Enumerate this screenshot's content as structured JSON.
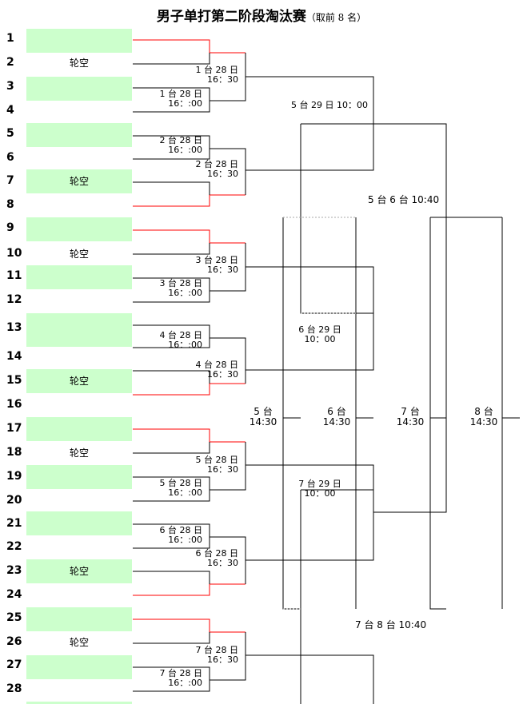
{
  "title": "男子单打第二阶段淘汰赛",
  "subtitle": "（取前 8 名）",
  "bye_label": "轮空",
  "seeds": [
    "1",
    "2",
    "3",
    "4",
    "5",
    "6",
    "7",
    "8",
    "9",
    "10",
    "11",
    "12",
    "13",
    "14",
    "15",
    "16",
    "17",
    "18",
    "19",
    "20",
    "21",
    "22",
    "23",
    "24",
    "25",
    "26",
    "27",
    "28"
  ],
  "byes_at_seed": [
    2,
    7,
    10,
    15,
    18,
    23,
    26
  ],
  "first_round_labels": [
    {
      "table": "1 台 28 日",
      "time": "16：:00"
    },
    {
      "table": "2 台 28 日",
      "time": "16：:00"
    },
    {
      "table": "3 台 28 日",
      "time": "16：:00"
    },
    {
      "table": "4 台 28 日",
      "time": "16：:00"
    },
    {
      "table": "5 台 28 日",
      "time": "16：:00"
    },
    {
      "table": "6 台 28 日",
      "time": "16：:00"
    },
    {
      "table": "7 台 28 日",
      "time": "16：:00"
    }
  ],
  "second_round_labels": [
    {
      "table": "1 台 28 日",
      "time": "16：30"
    },
    {
      "table": "2 台 28 日",
      "time": "16：30"
    },
    {
      "table": "3 台 28 日",
      "time": "16：30"
    },
    {
      "table": "4 台 28 日",
      "time": "16：30"
    },
    {
      "table": "5 台 28 日",
      "time": "16：30"
    },
    {
      "table": "6 台 28 日",
      "time": "16：30"
    },
    {
      "table": "7 台 28 日",
      "time": "16：30"
    }
  ],
  "round3": {
    "a": "5 台 29 日 10：00",
    "b": {
      "table": "6 台 29 日",
      "time": "10：00"
    },
    "c": {
      "table": "7 台 29 日",
      "time": "10：00"
    }
  },
  "round4": {
    "top": "5 台 6 台 10:40",
    "bottom": "7 台 8 台 10:40"
  },
  "placement": [
    {
      "table": "5 台",
      "time": "14:30"
    },
    {
      "table": "6 台",
      "time": "14:30"
    },
    {
      "table": "7 台",
      "time": "14:30"
    },
    {
      "table": "8 台",
      "time": "14:30"
    }
  ],
  "colors": {
    "slot": "#ccffcc",
    "advance_line": "#ff0000",
    "line": "#000000",
    "dashed": "#aaaaaa"
  }
}
